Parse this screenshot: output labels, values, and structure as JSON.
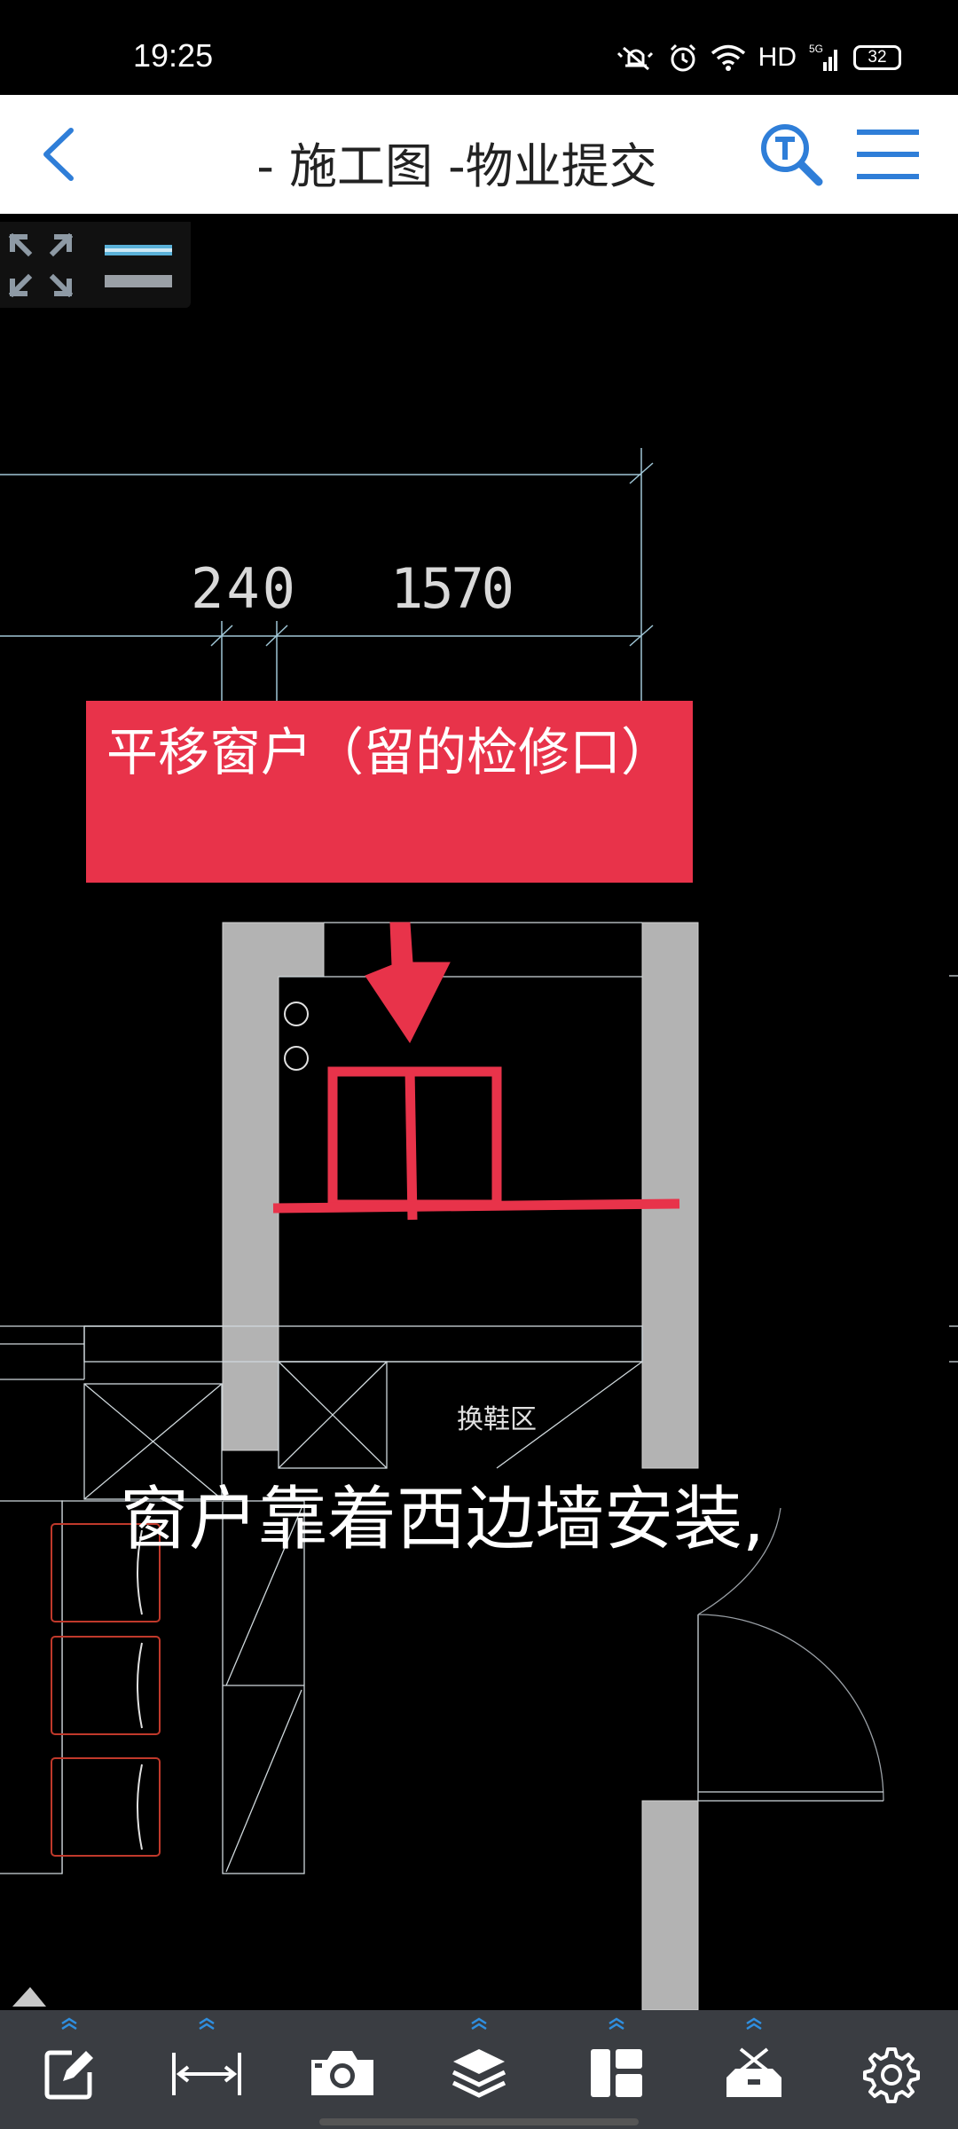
{
  "status_bar": {
    "time": "19:25",
    "network_label": "HD",
    "signal_label": "5G",
    "battery_level": "32"
  },
  "header": {
    "title": "- 施工图 -物业提交",
    "icons": [
      "back-arrow-icon",
      "text-search-icon",
      "menu-icon"
    ]
  },
  "drawing": {
    "dimension_1": "240",
    "dimension_2": "1570",
    "room_label": "换鞋区",
    "annotation": "平移窗户（留的检修口）",
    "caption": "窗户靠着西边墙安装,"
  },
  "toolbar": {
    "tools": [
      "edit-icon",
      "measure-icon",
      "camera-icon",
      "layers-icon",
      "layout-icon",
      "toolbox-icon",
      "settings-icon"
    ]
  },
  "colors": {
    "accent_blue": "#2f7ed8",
    "annotation_red": "#e8334a",
    "wall_gray": "#b3b3b3",
    "cad_line": "#9fc6d6",
    "toolbar_bg": "#3a3d42"
  }
}
